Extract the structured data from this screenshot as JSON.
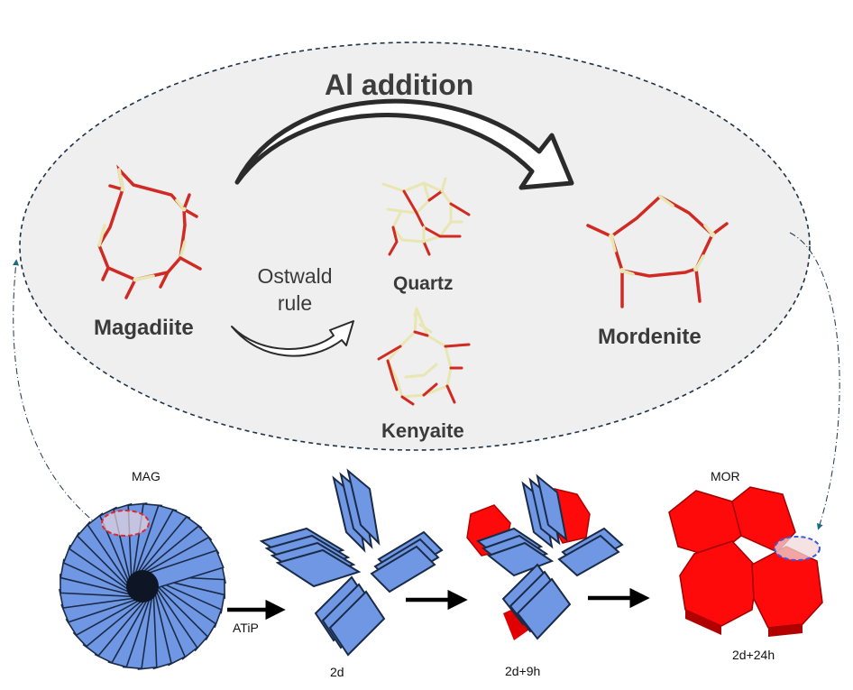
{
  "title": "Al addition",
  "structures": {
    "magadiite": "Magadiite",
    "quartz": "Quartz",
    "kenyaite": "Kenyaite",
    "mordenite": "Mordenite"
  },
  "ostwald": {
    "line1": "Ostwald",
    "line2": "rule"
  },
  "stages": {
    "mag": "MAG",
    "mor": "MOR",
    "atip": "ATiP",
    "d2": "2d",
    "d2_9h": "2d+9h",
    "d2_24h": "2d+24h"
  },
  "colors": {
    "ellipse_fill": "#efefef",
    "dash": "#1f3347",
    "oxygen": "#e0201c",
    "silicon": "#e8e6b2",
    "sheet_blue": "#6f97e4",
    "sheet_dark": "#1a2b48",
    "crystal_red": "#ff0a0a"
  }
}
